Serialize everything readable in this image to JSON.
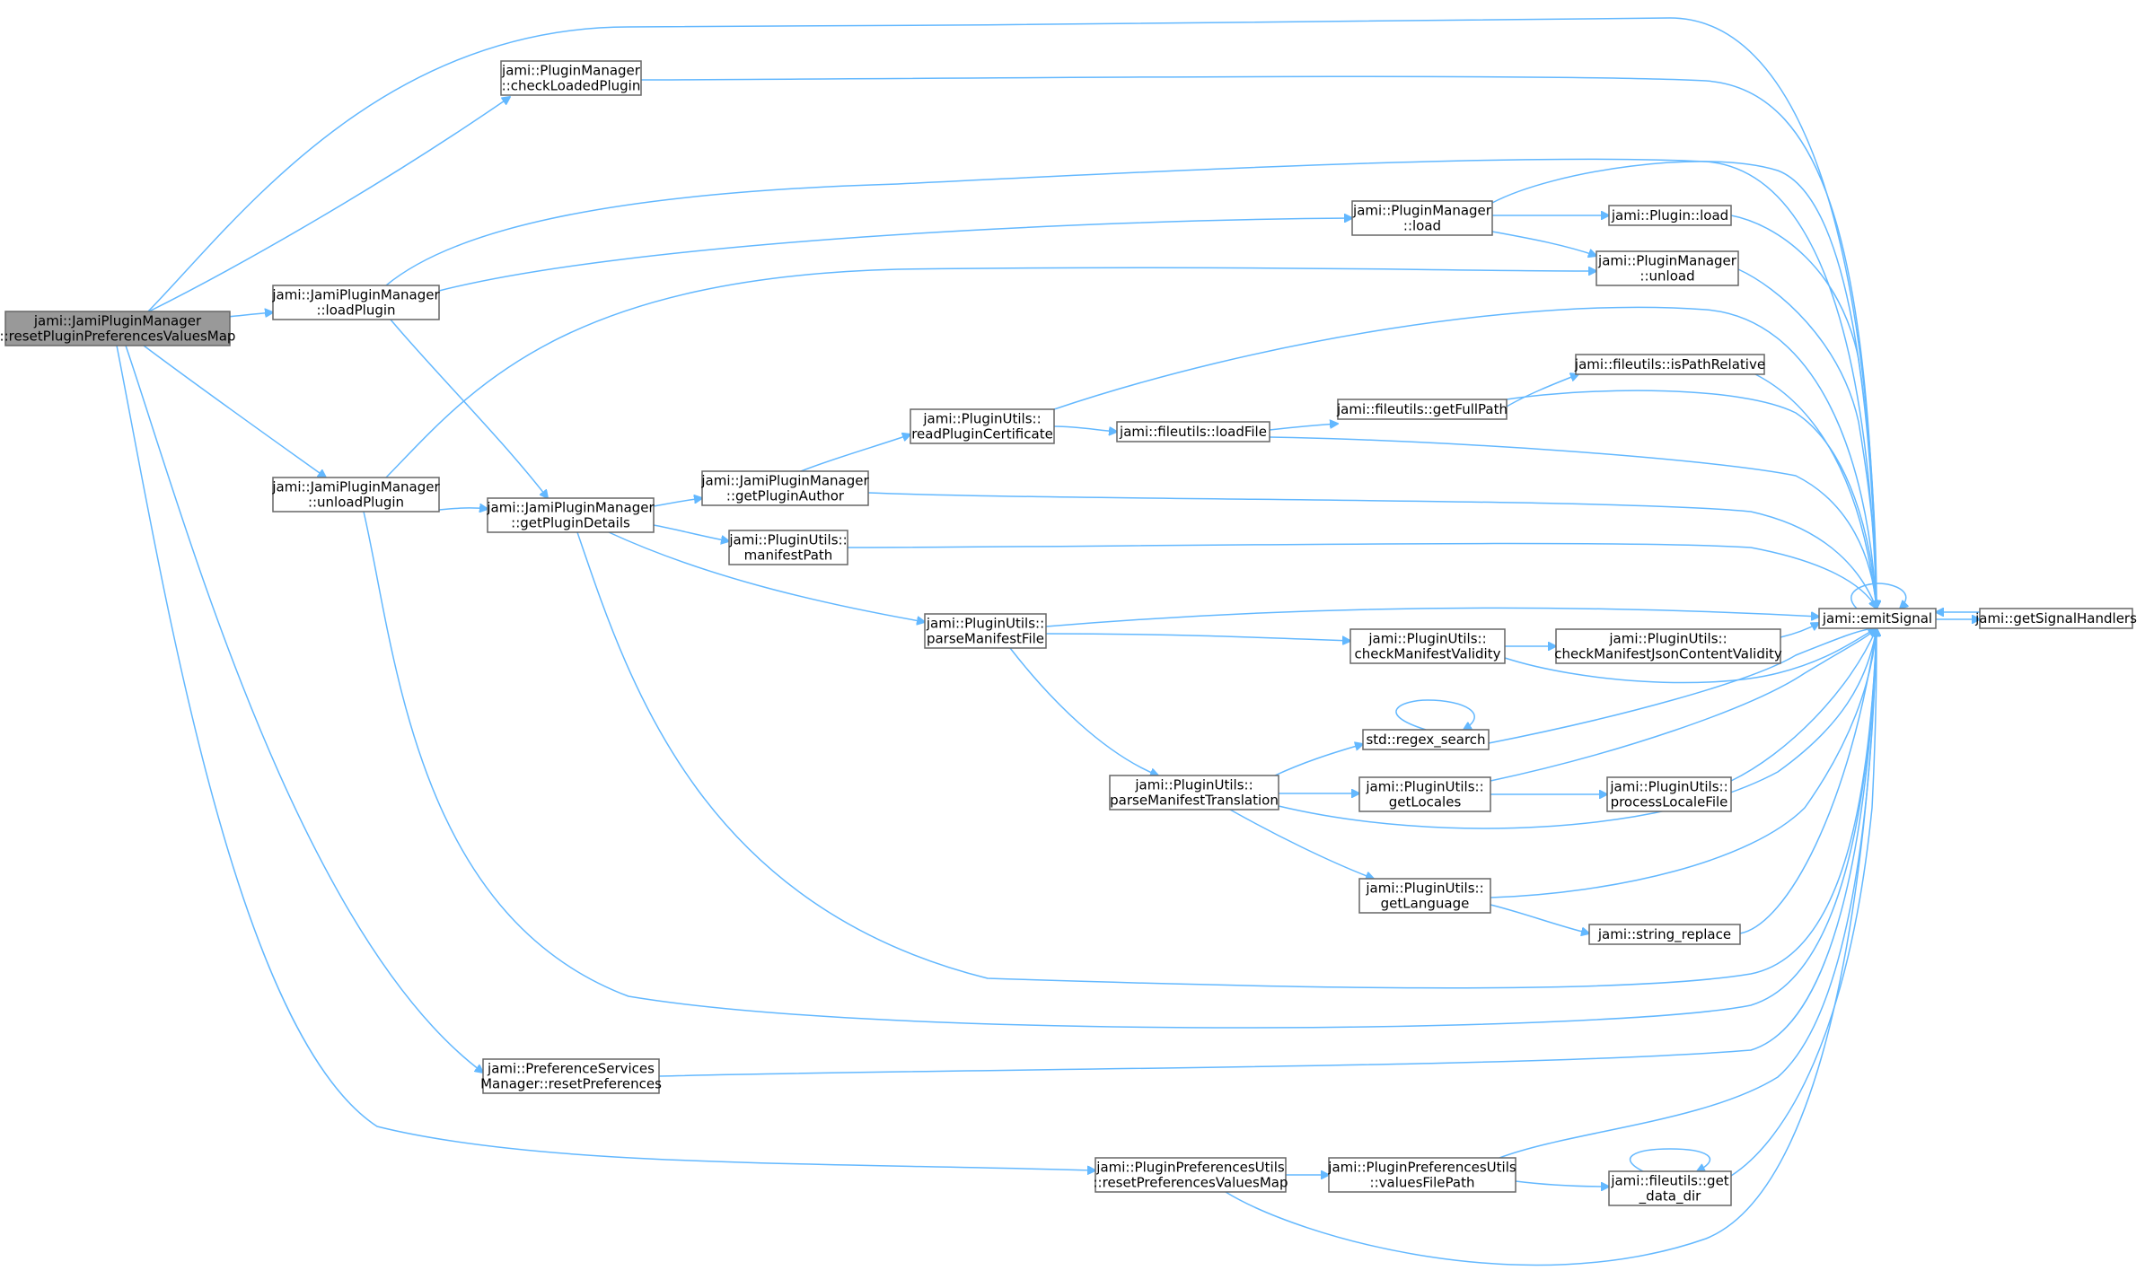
{
  "nodes": [
    {
      "id": "root",
      "lines": [
        "jami::JamiPluginManager",
        "::resetPluginPreferencesValuesMap"
      ],
      "root": true
    },
    {
      "id": "checkLoaded",
      "lines": [
        "jami::PluginManager",
        "::checkLoadedPlugin"
      ]
    },
    {
      "id": "loadPlugin",
      "lines": [
        "jami::JamiPluginManager",
        "::loadPlugin"
      ]
    },
    {
      "id": "unloadPlugin",
      "lines": [
        "jami::JamiPluginManager",
        "::unloadPlugin"
      ]
    },
    {
      "id": "getDetails",
      "lines": [
        "jami::JamiPluginManager",
        "::getPluginDetails"
      ]
    },
    {
      "id": "getAuthor",
      "lines": [
        "jami::JamiPluginManager",
        "::getPluginAuthor"
      ]
    },
    {
      "id": "manifestPath",
      "lines": [
        "jami::PluginUtils::",
        "manifestPath"
      ]
    },
    {
      "id": "readCert",
      "lines": [
        "jami::PluginUtils::",
        "readPluginCertificate"
      ]
    },
    {
      "id": "loadFile",
      "lines": [
        "jami::fileutils::loadFile"
      ]
    },
    {
      "id": "fullPath",
      "lines": [
        "jami::fileutils::getFullPath"
      ]
    },
    {
      "id": "isRel",
      "lines": [
        "jami::fileutils::isPathRelative"
      ]
    },
    {
      "id": "pmLoad",
      "lines": [
        "jami::PluginManager",
        "::load"
      ]
    },
    {
      "id": "pLoad",
      "lines": [
        "jami::Plugin::load"
      ]
    },
    {
      "id": "pmUnload",
      "lines": [
        "jami::PluginManager",
        "::unload"
      ]
    },
    {
      "id": "parseMan",
      "lines": [
        "jami::PluginUtils::",
        "parseManifestFile"
      ]
    },
    {
      "id": "checkValid",
      "lines": [
        "jami::PluginUtils::",
        "checkManifestValidity"
      ]
    },
    {
      "id": "checkJson",
      "lines": [
        "jami::PluginUtils::",
        "checkManifestJsonContentValidity"
      ]
    },
    {
      "id": "parseTrans",
      "lines": [
        "jami::PluginUtils::",
        "parseManifestTranslation"
      ]
    },
    {
      "id": "regex",
      "lines": [
        "std::regex_search"
      ]
    },
    {
      "id": "getLocales",
      "lines": [
        "jami::PluginUtils::",
        "getLocales"
      ]
    },
    {
      "id": "procLocale",
      "lines": [
        "jami::PluginUtils::",
        "processLocaleFile"
      ]
    },
    {
      "id": "getLang",
      "lines": [
        "jami::PluginUtils::",
        "getLanguage"
      ]
    },
    {
      "id": "strRepl",
      "lines": [
        "jami::string_replace"
      ]
    },
    {
      "id": "emit",
      "lines": [
        "jami::emitSignal"
      ]
    },
    {
      "id": "handlers",
      "lines": [
        "jami::getSignalHandlers"
      ]
    },
    {
      "id": "prefReset",
      "lines": [
        "jami::PreferenceServices",
        "Manager::resetPreferences"
      ]
    },
    {
      "id": "ppuReset",
      "lines": [
        "jami::PluginPreferencesUtils",
        "::resetPreferencesValuesMap"
      ]
    },
    {
      "id": "valPath",
      "lines": [
        "jami::PluginPreferencesUtils",
        "::valuesFilePath"
      ]
    },
    {
      "id": "dataDir",
      "lines": [
        "jami::fileutils::get",
        "_data_dir"
      ]
    }
  ],
  "colors": {
    "edge": "#63b8ff",
    "node_border": "#666666",
    "node_fill": "#ffffff",
    "root_fill": "#999999",
    "text": "#000000"
  }
}
